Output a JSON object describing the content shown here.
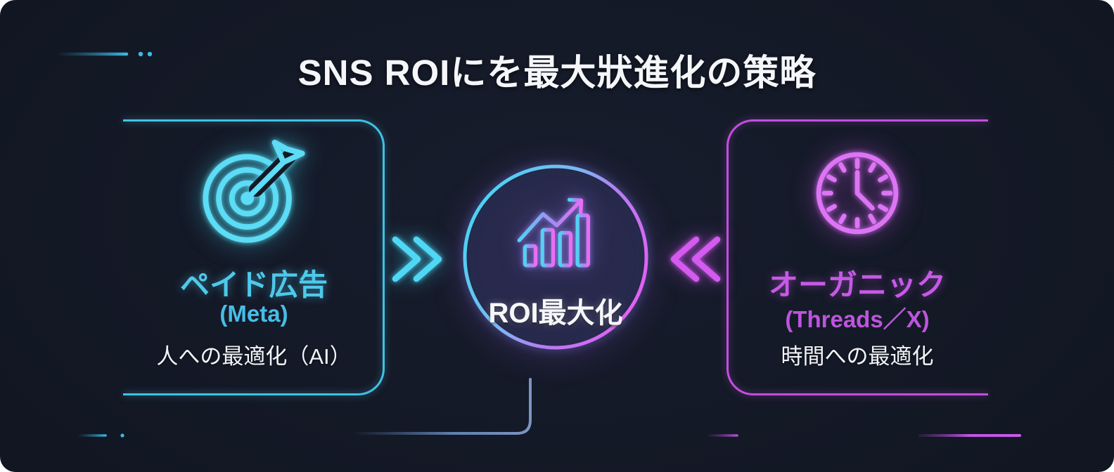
{
  "title": "SNS ROIにを最大狀進化の策略",
  "colors": {
    "background": "#141927",
    "cyan_accent": "#4ec9ea",
    "magenta_accent": "#c65ae6",
    "text_white": "#f2f4f7",
    "connector_blue": "#6d88b2"
  },
  "left_card": {
    "icon": "target-dart-icon",
    "title": "ペイド広告",
    "subtitle": "(Meta)",
    "description": "人への最適化（AI）"
  },
  "center": {
    "icon": "growth-bar-chart-icon",
    "label": "ROI最大化"
  },
  "right_card": {
    "icon": "clock-icon",
    "title": "オーガニック",
    "subtitle": "(Threads／X)",
    "description": "時間への最適化"
  }
}
